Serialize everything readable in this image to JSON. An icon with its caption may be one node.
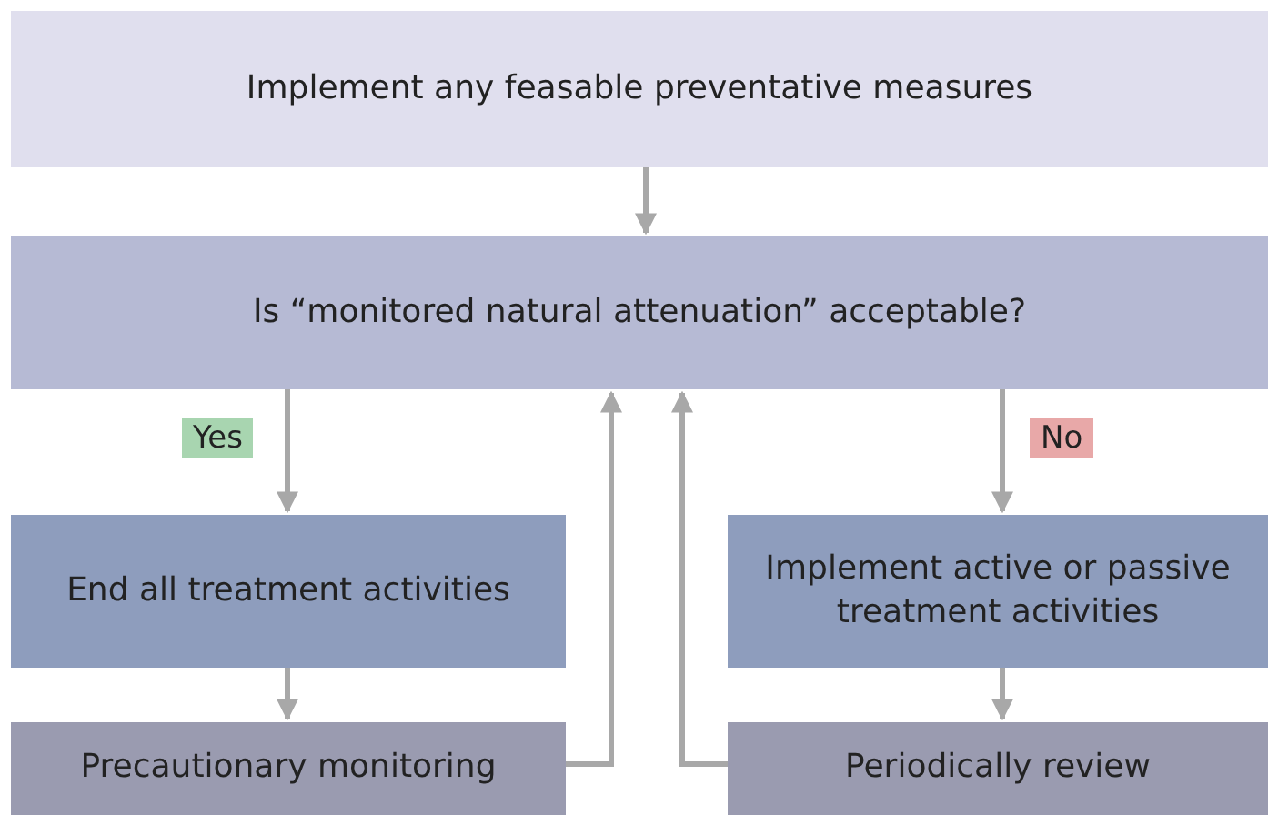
{
  "diagram": {
    "nodes": [
      {
        "text": [
          "Implement any feasable preventative measures"
        ]
      },
      {
        "text": [
          "Is “monitored natural attenuation” acceptable?"
        ]
      },
      {
        "text": [
          "End all treatment activities"
        ]
      },
      {
        "text": [
          "Implement active or passive treatment activities"
        ]
      },
      {
        "text": [
          "Precautionary monitoring"
        ]
      },
      {
        "text": [
          "Periodically review"
        ]
      }
    ],
    "edges": [
      {
        "from": 0,
        "to": 1,
        "arrow": "to"
      },
      {
        "from": 1,
        "to": 2,
        "arrow": "to",
        "label": "Yes"
      },
      {
        "from": 1,
        "to": 3,
        "arrow": "to",
        "label": "No"
      },
      {
        "from": 2,
        "to": 4,
        "arrow": "to"
      },
      {
        "from": 3,
        "to": 5,
        "arrow": "to"
      },
      {
        "from": 4,
        "to": 1,
        "arrow": "to"
      },
      {
        "from": 5,
        "to": 1,
        "arrow": "to"
      }
    ]
  }
}
